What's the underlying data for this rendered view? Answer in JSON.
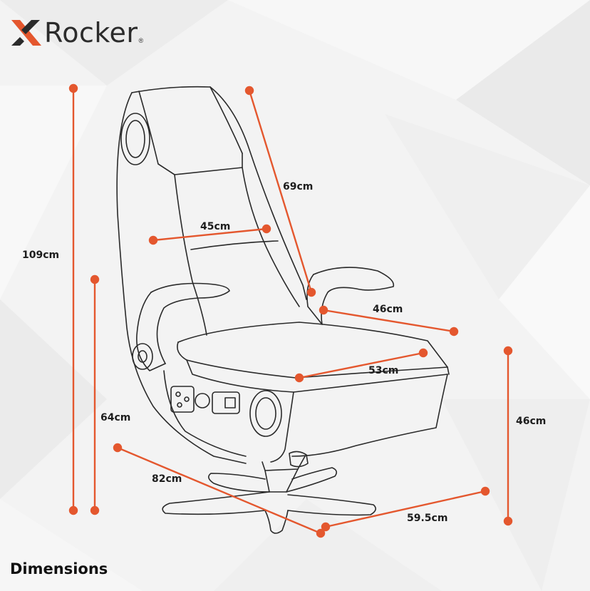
{
  "brand": {
    "logo_text": "Rocker",
    "logo_mark": "X",
    "registered": "®",
    "accent_color": "#e4572e"
  },
  "measurements": {
    "total_height": "109cm",
    "armrest_height": "64cm",
    "backrest_length": "69cm",
    "backrest_width": "45cm",
    "armrest_width": "46cm",
    "seat_width": "53cm",
    "seat_height": "46cm",
    "depth": "82cm",
    "base_width": "59.5cm"
  },
  "caption": "Dimensions",
  "colors": {
    "dimension_line": "#e4572e",
    "outline": "#2a2a2a",
    "background": "#f4f4f4"
  }
}
